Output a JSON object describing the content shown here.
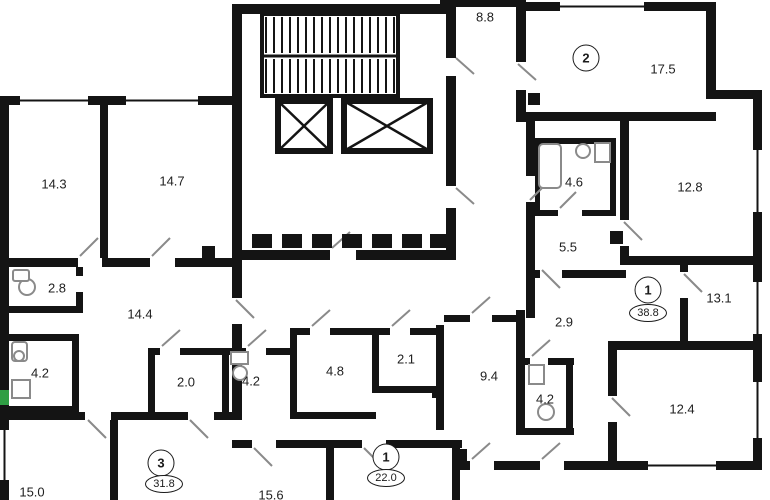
{
  "plan": {
    "rooms": [
      {
        "area": "14.3"
      },
      {
        "area": "14.7"
      },
      {
        "area": "8.8"
      },
      {
        "area": "17.5"
      },
      {
        "area": "4.6"
      },
      {
        "area": "12.8"
      },
      {
        "area": "5.5"
      },
      {
        "area": "13.1"
      },
      {
        "area": "2.8"
      },
      {
        "area": "14.4"
      },
      {
        "area": "2.9"
      },
      {
        "area": "4.2"
      },
      {
        "area": "2.0"
      },
      {
        "area": "4.2"
      },
      {
        "area": "4.8"
      },
      {
        "area": "2.1"
      },
      {
        "area": "9.4"
      },
      {
        "area": "4.2"
      },
      {
        "area": "12.4"
      },
      {
        "area": "15.0"
      },
      {
        "area": "15.6"
      }
    ],
    "units": [
      {
        "number": "2"
      },
      {
        "number": "1",
        "total": "38.8"
      },
      {
        "number": "3",
        "total": "31.8"
      },
      {
        "number": "1",
        "total": "22.0"
      }
    ],
    "colors": {
      "wall": "#141414",
      "fixture": "#8a8a8a",
      "accent_green": "#2f9e44"
    },
    "icons": {
      "stairwell": "hatched-stairs",
      "elevator": "crossed-box"
    }
  }
}
